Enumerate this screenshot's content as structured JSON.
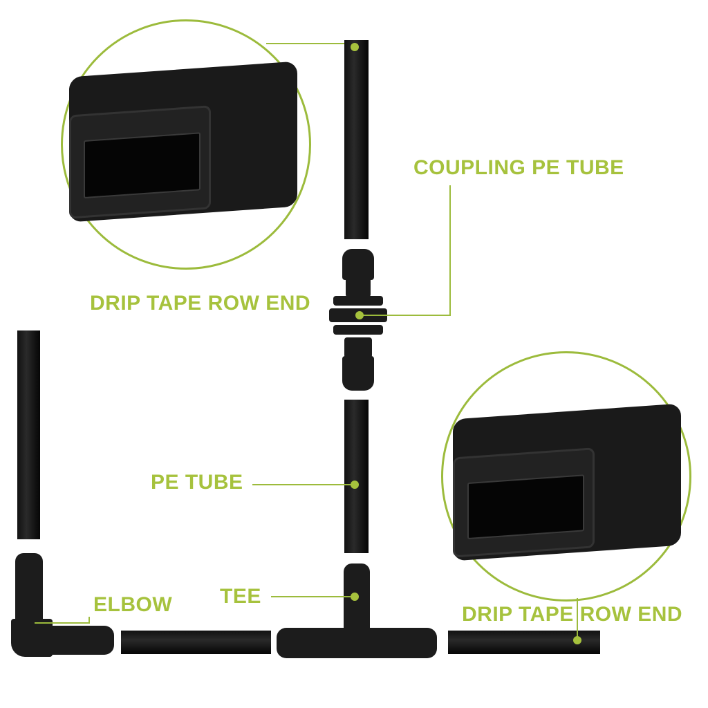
{
  "labels": {
    "coupling": "COUPLING PE TUBE",
    "row_end_left": "DRIP TAPE ROW END",
    "pe_tube": "PE TUBE",
    "elbow": "ELBOW",
    "tee": "TEE",
    "row_end_right": "DRIP TAPE ROW END"
  },
  "colors": {
    "accent": "#a6c23d",
    "part": "#1a1a1a"
  }
}
